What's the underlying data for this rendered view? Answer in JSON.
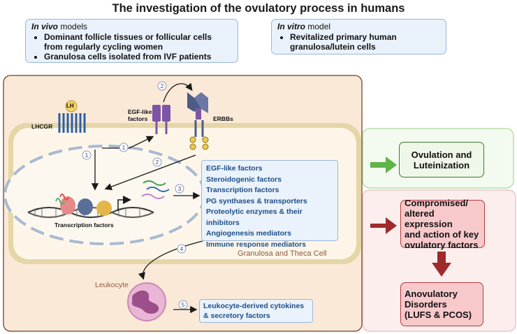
{
  "title": "The investigation of the ovulatory process in humans",
  "in_vivo": {
    "heading_italic": "In vivo",
    "heading_rest": " models",
    "items": [
      "Dominant follicle tissues or follicular cells from regularly cycling women",
      "Granulosa cells isolated from IVF patients"
    ]
  },
  "in_vitro": {
    "heading_italic": "In vitro",
    "heading_rest": " model",
    "items": [
      "Revitalized primary human granulosa/lutein cells"
    ]
  },
  "labels": {
    "lh": "LH",
    "lhcgr": "LHCGR",
    "egf_like": "EGF-like factors",
    "erbbs": "ERBBs",
    "transcription_factors": "Transcription factors",
    "cell_name": "Granulosa and Theca Cell",
    "leukocyte": "Leukocyte"
  },
  "steps": [
    "1",
    "1",
    "2",
    "2",
    "3",
    "4",
    "5"
  ],
  "factor_list": [
    "EGF-like factors",
    "Steroidogenic factors",
    "Transcription factors",
    "PG synthases & transporters",
    "Proteolytic enzymes & their inhibitors",
    "Angiogenesis mediators",
    "Immune response mediators"
  ],
  "cytokines": [
    "Leukocyte-derived cytokines",
    "& secretory factors"
  ],
  "outcomes": {
    "ovulation": [
      "Ovulation and",
      "Luteinization"
    ],
    "compromised": [
      "Compromised/",
      "altered expression",
      "and action of key",
      "ovulatory factors"
    ],
    "anovulatory": [
      "Anovulatory",
      "Disorders",
      "(LUFS & PCOS)"
    ]
  },
  "colors": {
    "green_arrow": "#5fb348",
    "red_arrow": "#9e2a2b",
    "list_text": "#1d4f8a",
    "cell_fill": "#fbe9d8"
  }
}
